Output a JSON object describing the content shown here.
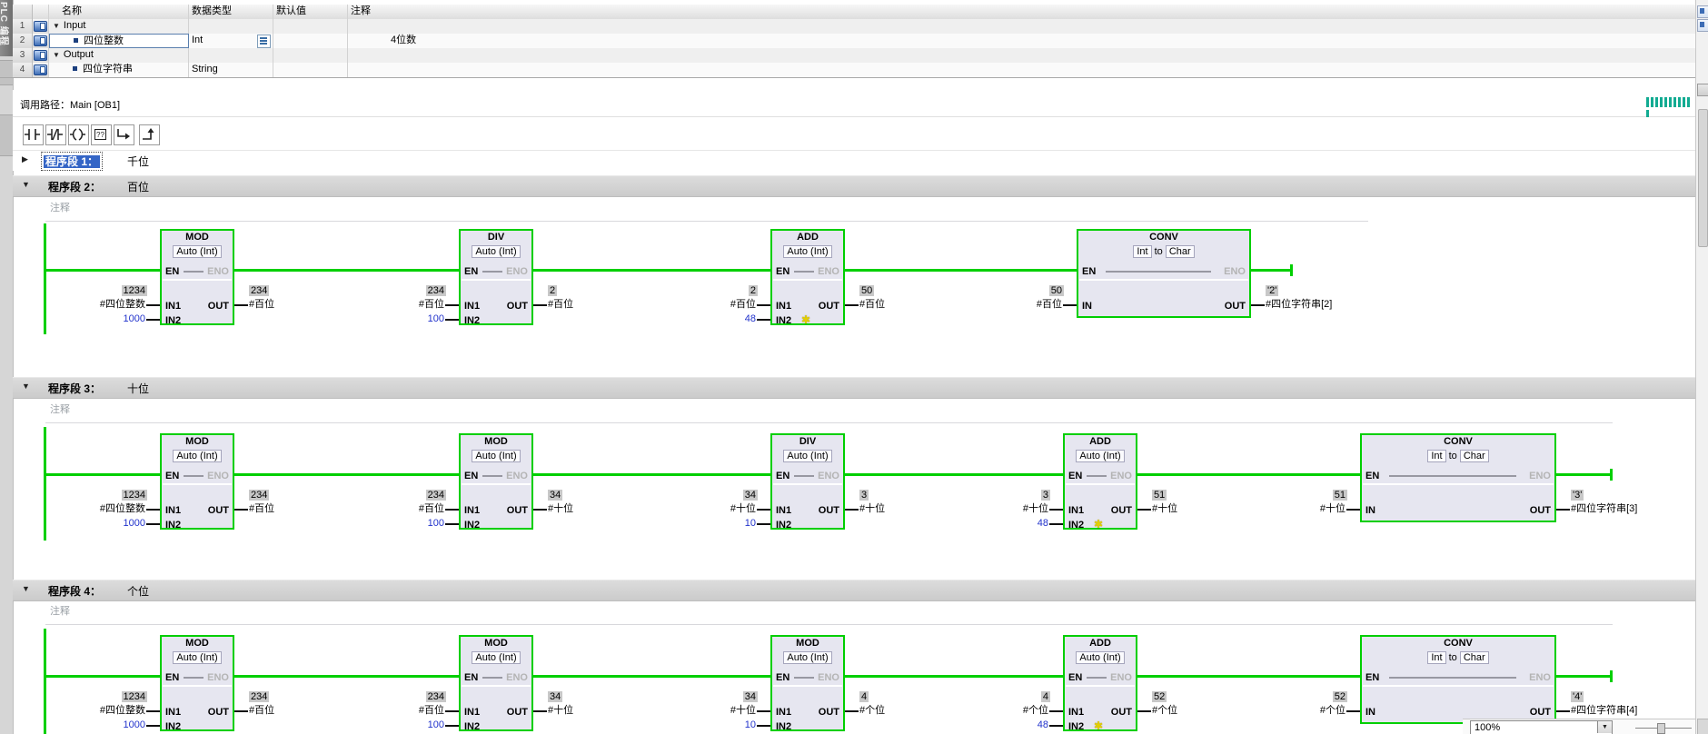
{
  "side_tab": {
    "label": "PLC 编程"
  },
  "table": {
    "headers": [
      "名称",
      "数据类型",
      "默认值",
      "注释"
    ],
    "rows": [
      {
        "num": "1",
        "name": "Input",
        "level": 1,
        "datatype": "",
        "default": "",
        "comment": ""
      },
      {
        "num": "2",
        "name": "四位整数",
        "level": 2,
        "datatype": "Int",
        "default": "",
        "comment": "4位数",
        "selected": true,
        "has_combo": true
      },
      {
        "num": "3",
        "name": "Output",
        "level": 1,
        "datatype": "",
        "default": "",
        "comment": ""
      },
      {
        "num": "4",
        "name": "四位字符串",
        "level": 2,
        "datatype": "String",
        "default": "",
        "comment": ""
      }
    ]
  },
  "callpath": {
    "text": "调用路径：Main [OB1]"
  },
  "toolbar": {
    "items": [
      "no-contact",
      "nc-contact",
      "coil",
      "empty-box",
      "open-branch",
      "close-branch"
    ]
  },
  "zoom_control": {
    "value": "100%"
  },
  "colors": {
    "status_green": "#00cf00",
    "constant_blue": "#2233cc",
    "selection_blue": "#3465c6",
    "monitor_badge": "#c8c8c8"
  },
  "networks": [
    {
      "num": "1",
      "label": "程序段 1：",
      "title": "千位",
      "collapsed": true,
      "selected": true
    },
    {
      "num": "2",
      "label": "程序段 2：",
      "title": "百位",
      "comment": "注释",
      "blocks": [
        {
          "type": "MOD",
          "mode": "Auto (Int)",
          "in1": {
            "port": "IN1",
            "op": "#四位整数",
            "val": "1234"
          },
          "in2": {
            "port": "IN2",
            "const": "1000"
          },
          "out": {
            "port": "OUT",
            "op": "#百位",
            "val": "234"
          }
        },
        {
          "type": "DIV",
          "mode": "Auto (Int)",
          "in1": {
            "port": "IN1",
            "op": "#百位",
            "val": "234"
          },
          "in2": {
            "port": "IN2",
            "const": "100"
          },
          "out": {
            "port": "OUT",
            "op": "#百位",
            "val": "2"
          }
        },
        {
          "type": "ADD",
          "mode": "Auto (Int)",
          "star": true,
          "in1": {
            "port": "IN1",
            "op": "#百位",
            "val": "2"
          },
          "in2": {
            "port": "IN2",
            "const": "48"
          },
          "out": {
            "port": "OUT",
            "op": "#百位",
            "val": "50"
          }
        },
        {
          "type": "CONV",
          "mode": "Int to Char",
          "conv": true,
          "in1": {
            "port": "IN",
            "op": "#百位",
            "val": "50"
          },
          "out": {
            "port": "OUT",
            "op": "#四位字符串[2]",
            "val": "'2'"
          }
        }
      ]
    },
    {
      "num": "3",
      "label": "程序段 3：",
      "title": "十位",
      "comment": "注释",
      "blocks": [
        {
          "type": "MOD",
          "mode": "Auto (Int)",
          "in1": {
            "port": "IN1",
            "op": "#四位整数",
            "val": "1234"
          },
          "in2": {
            "port": "IN2",
            "const": "1000"
          },
          "out": {
            "port": "OUT",
            "op": "#百位",
            "val": "234"
          }
        },
        {
          "type": "MOD",
          "mode": "Auto (Int)",
          "in1": {
            "port": "IN1",
            "op": "#百位",
            "val": "234"
          },
          "in2": {
            "port": "IN2",
            "const": "100"
          },
          "out": {
            "port": "OUT",
            "op": "#十位",
            "val": "34"
          }
        },
        {
          "type": "DIV",
          "mode": "Auto (Int)",
          "in1": {
            "port": "IN1",
            "op": "#十位",
            "val": "34"
          },
          "in2": {
            "port": "IN2",
            "const": "10"
          },
          "out": {
            "port": "OUT",
            "op": "#十位",
            "val": "3"
          }
        },
        {
          "type": "ADD",
          "mode": "Auto (Int)",
          "star": true,
          "in1": {
            "port": "IN1",
            "op": "#十位",
            "val": "3"
          },
          "in2": {
            "port": "IN2",
            "const": "48"
          },
          "out": {
            "port": "OUT",
            "op": "#十位",
            "val": "51"
          }
        },
        {
          "type": "CONV",
          "mode": "Int to Char",
          "conv": true,
          "in1": {
            "port": "IN",
            "op": "#十位",
            "val": "51"
          },
          "out": {
            "port": "OUT",
            "op": "#四位字符串[3]",
            "val": "'3'"
          }
        }
      ]
    },
    {
      "num": "4",
      "label": "程序段 4：",
      "title": "个位",
      "comment": "注释",
      "blocks": [
        {
          "type": "MOD",
          "mode": "Auto (Int)",
          "in1": {
            "port": "IN1",
            "op": "#四位整数",
            "val": "1234"
          },
          "in2": {
            "port": "IN2",
            "const": "1000"
          },
          "out": {
            "port": "OUT",
            "op": "#百位",
            "val": "234"
          }
        },
        {
          "type": "MOD",
          "mode": "Auto (Int)",
          "in1": {
            "port": "IN1",
            "op": "#百位",
            "val": "234"
          },
          "in2": {
            "port": "IN2",
            "const": "100"
          },
          "out": {
            "port": "OUT",
            "op": "#十位",
            "val": "34"
          }
        },
        {
          "type": "MOD",
          "mode": "Auto (Int)",
          "in1": {
            "port": "IN1",
            "op": "#十位",
            "val": "34"
          },
          "in2": {
            "port": "IN2",
            "const": "10"
          },
          "out": {
            "port": "OUT",
            "op": "#个位",
            "val": "4"
          }
        },
        {
          "type": "ADD",
          "mode": "Auto (Int)",
          "star": true,
          "in1": {
            "port": "IN1",
            "op": "#个位",
            "val": "4"
          },
          "in2": {
            "port": "IN2",
            "const": "48"
          },
          "out": {
            "port": "OUT",
            "op": "#个位",
            "val": "52"
          }
        },
        {
          "type": "CONV",
          "mode": "Int to Char",
          "conv": true,
          "in1": {
            "port": "IN",
            "op": "#个位",
            "val": "52"
          },
          "out": {
            "port": "OUT",
            "op": "#四位字符串[4]",
            "val": "'4'"
          }
        }
      ]
    }
  ]
}
